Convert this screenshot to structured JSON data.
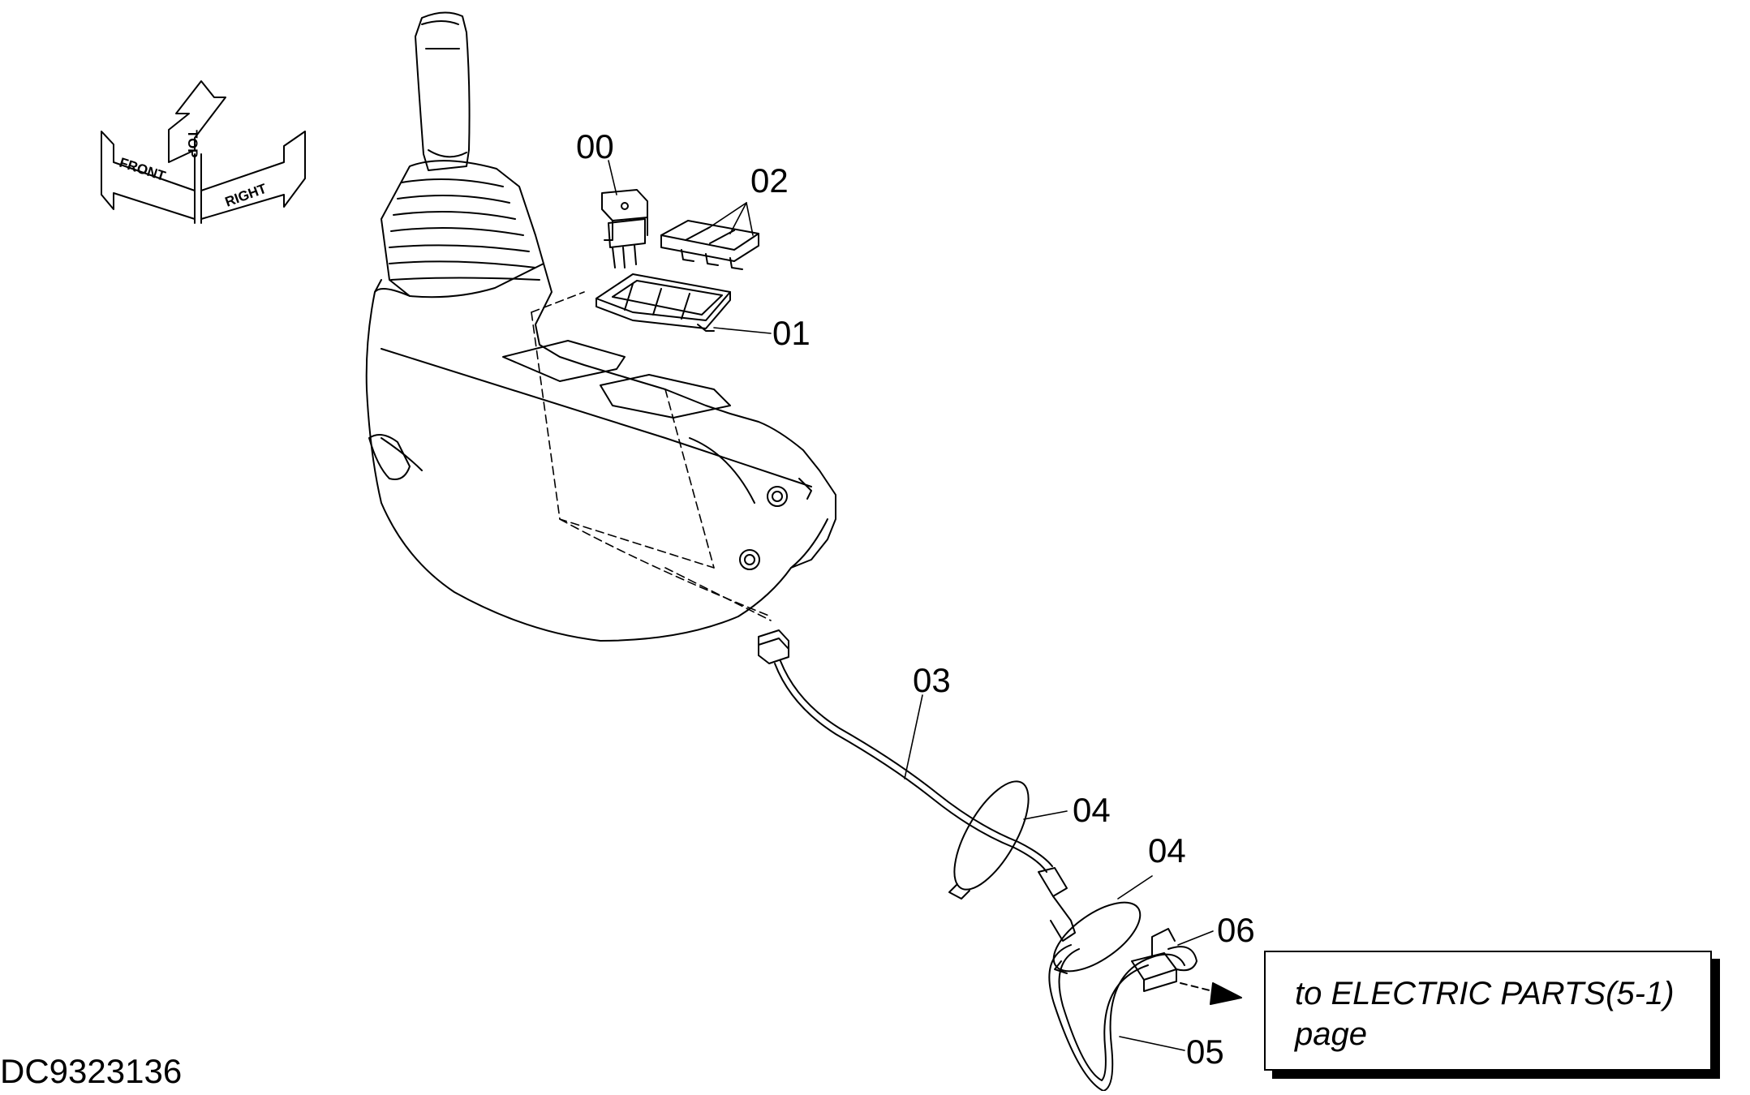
{
  "drawing_number": "DC9323136",
  "orientation_indicator": {
    "top": "TOP",
    "front": "FRONT",
    "right": "RIGHT"
  },
  "part_labels": {
    "p00": "00",
    "p01": "01",
    "p02": "02",
    "p03": "03",
    "p04a": "04",
    "p04b": "04",
    "p05": "05",
    "p06": "06"
  },
  "reference_note": {
    "line1": "to ELECTRIC PARTS(5-1)",
    "line2": "page"
  }
}
